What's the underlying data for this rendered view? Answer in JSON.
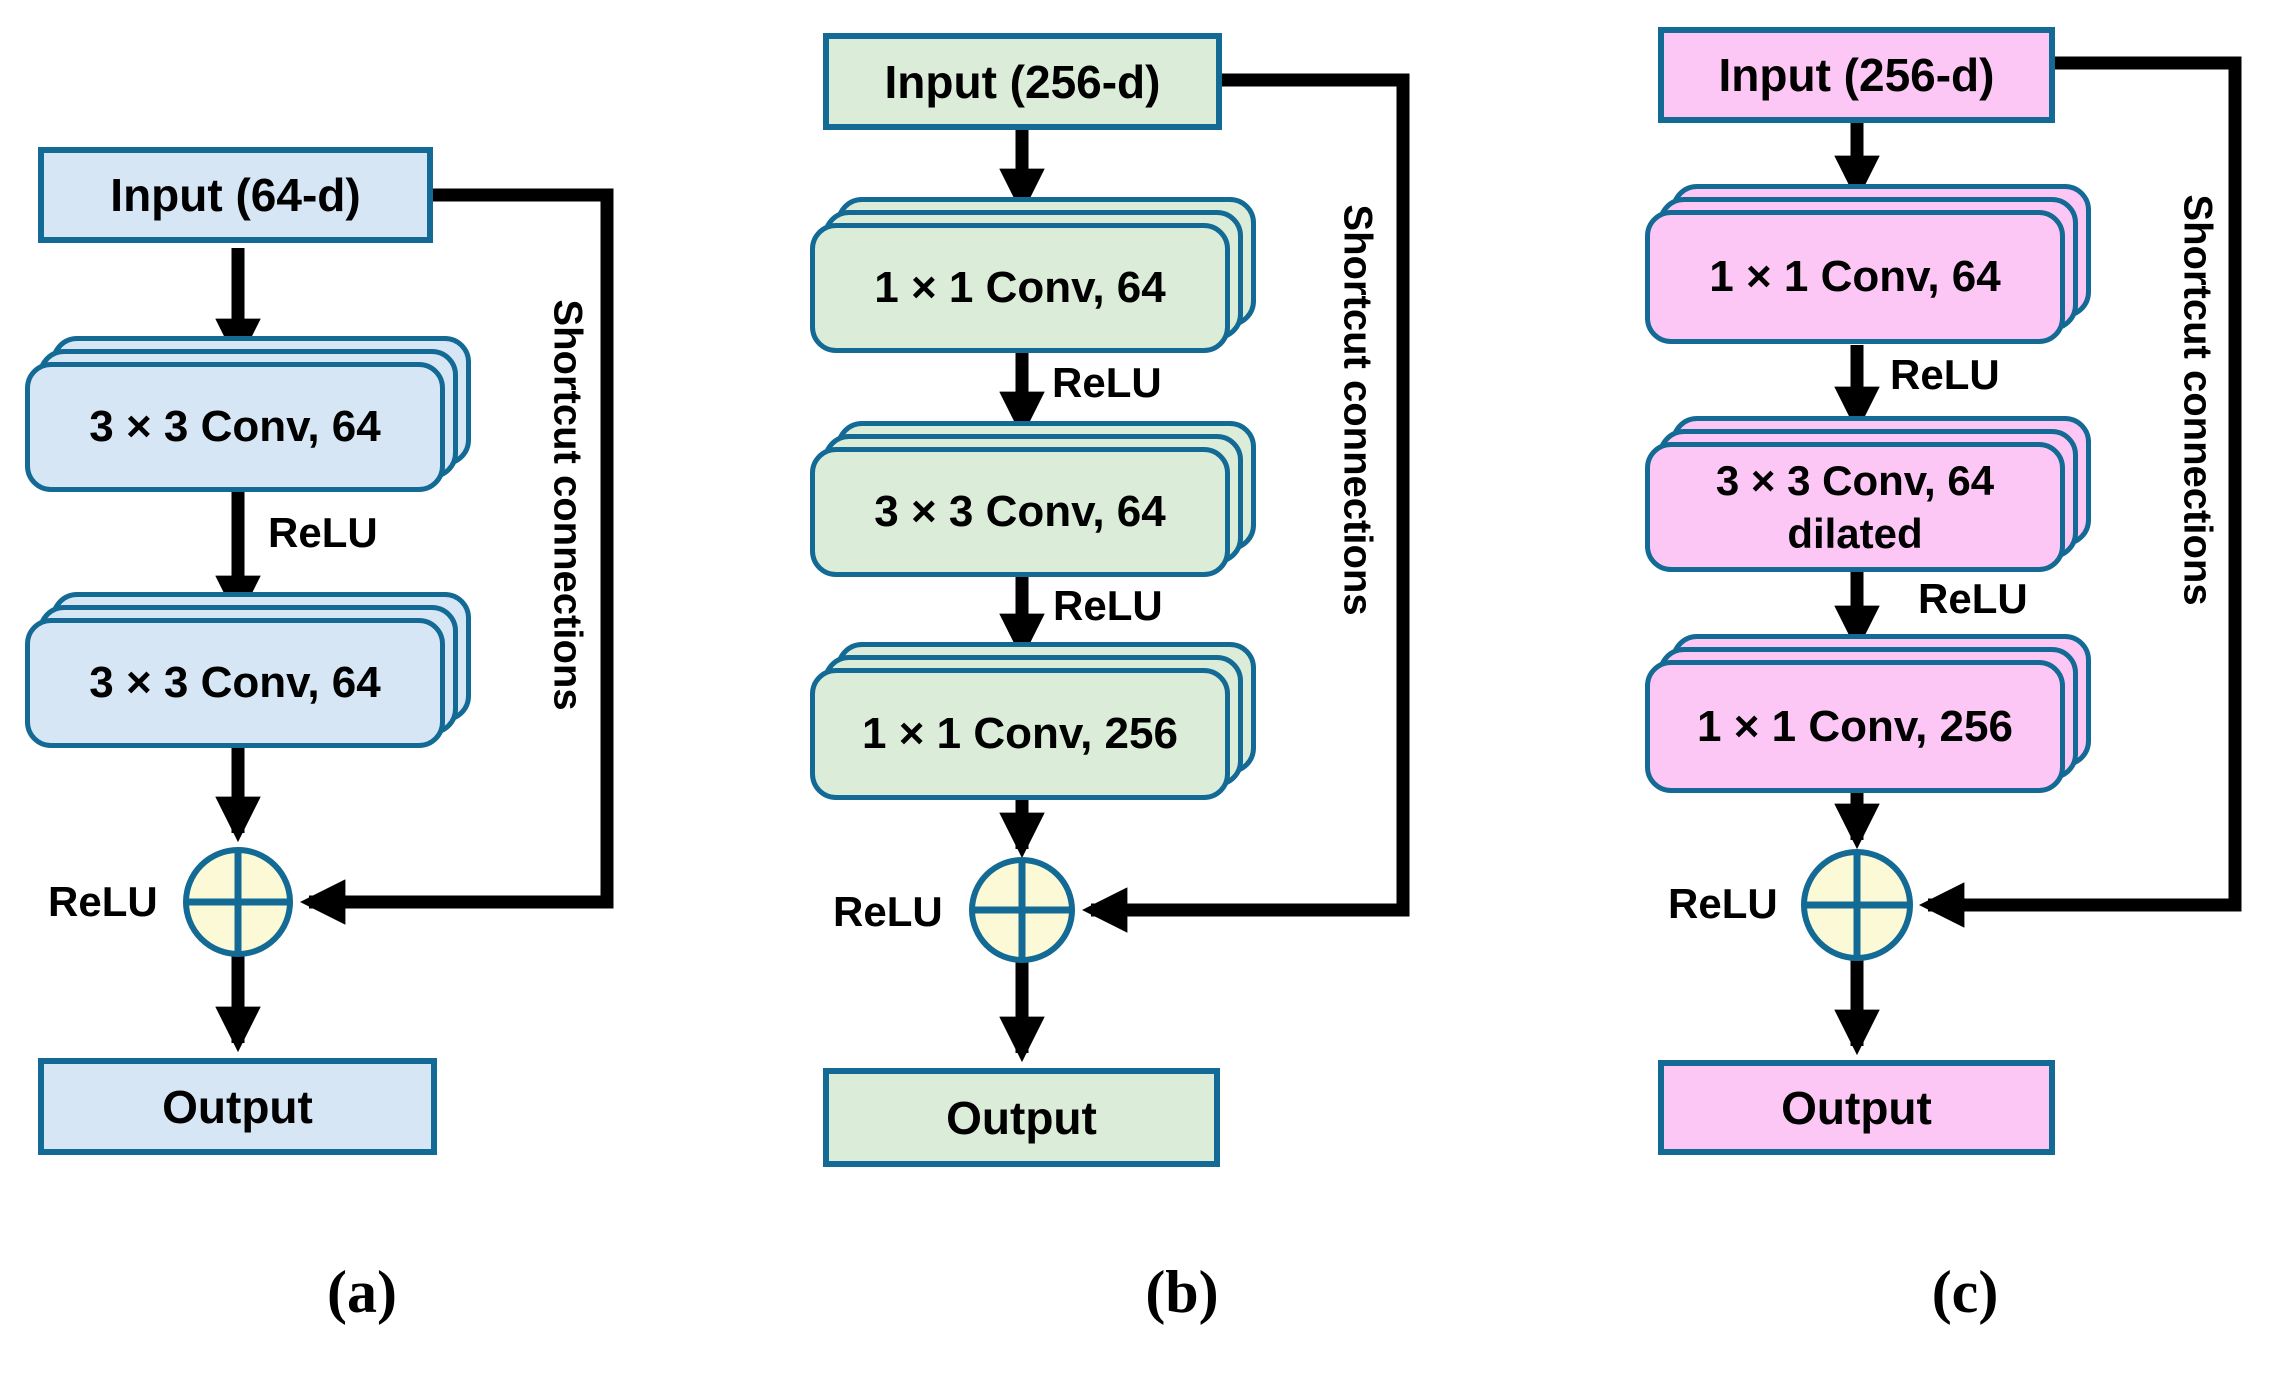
{
  "figure": {
    "colors": {
      "border": "#136a94",
      "sum_fill": "#fcfad6",
      "arrow": "#000000"
    },
    "columns": [
      {
        "caption": "(a)",
        "theme_fill": "#d6e6f5",
        "input_label": "Input (64-d)",
        "conv_blocks": [
          {
            "label": "3 × 3 Conv, 64",
            "sublabel": ""
          },
          {
            "label": "3 × 3 Conv, 64",
            "sublabel": ""
          }
        ],
        "relu_between": [
          "ReLU"
        ],
        "relu_at_sum": "ReLU",
        "shortcut_label": "Shortcut connections",
        "output_label": "Output"
      },
      {
        "caption": "(b)",
        "theme_fill": "#dbecd8",
        "input_label": "Input (256-d)",
        "conv_blocks": [
          {
            "label": "1 × 1 Conv, 64",
            "sublabel": ""
          },
          {
            "label": "3 × 3 Conv, 64",
            "sublabel": ""
          },
          {
            "label": "1 × 1 Conv, 256",
            "sublabel": ""
          }
        ],
        "relu_between": [
          "ReLU",
          "ReLU"
        ],
        "relu_at_sum": "ReLU",
        "shortcut_label": "Shortcut connections",
        "output_label": "Output"
      },
      {
        "caption": "(c)",
        "theme_fill": "#fcc7f5",
        "input_label": "Input (256-d)",
        "conv_blocks": [
          {
            "label": "1 × 1 Conv, 64",
            "sublabel": ""
          },
          {
            "label": "3 × 3 Conv, 64",
            "sublabel": "dilated"
          },
          {
            "label": "1 × 1 Conv, 256",
            "sublabel": ""
          }
        ],
        "relu_between": [
          "ReLU",
          "ReLU"
        ],
        "relu_at_sum": "ReLU",
        "shortcut_label": "Shortcut connections",
        "output_label": "Output"
      }
    ]
  }
}
